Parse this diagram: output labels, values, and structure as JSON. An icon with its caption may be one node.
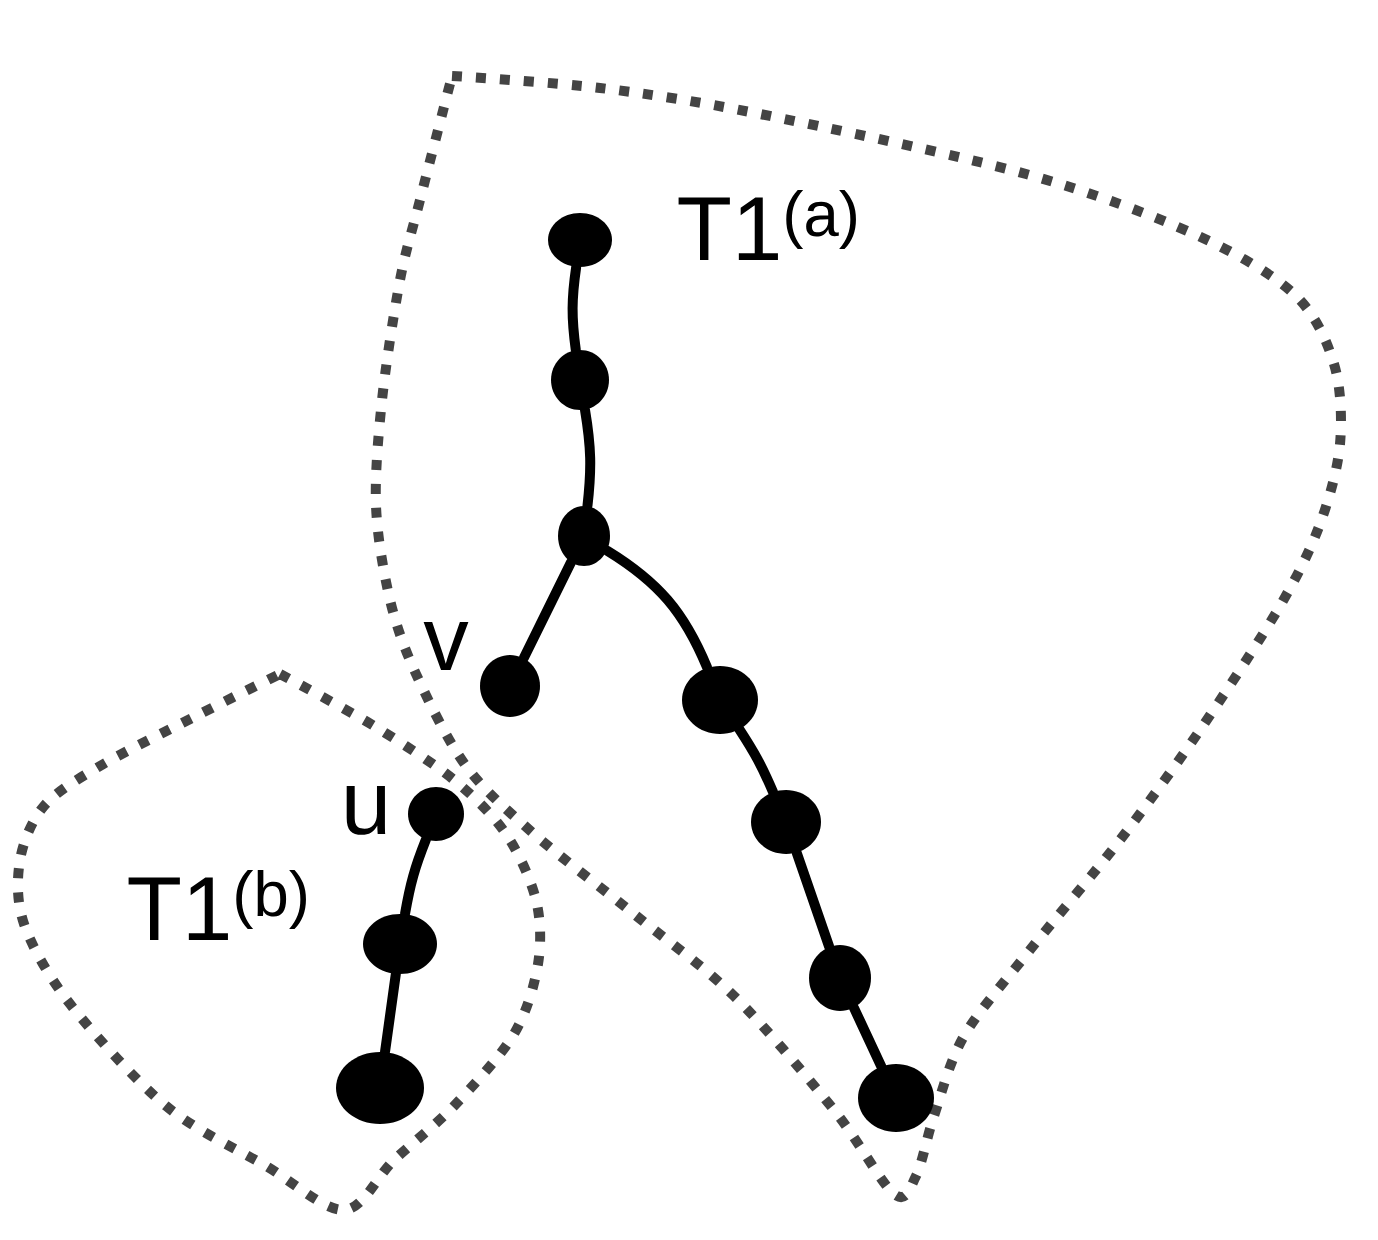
{
  "diagram": {
    "nodes": [
      {
        "text": [
          "T1$^{(a)}$"
        ]
      },
      {
        "text": [
          "T1$^{(b)}$"
        ]
      },
      {
        "text": [],
        "shape": "circle",
        "in": 0
      },
      {
        "text": [],
        "shape": "circle",
        "in": 0
      },
      {
        "text": [],
        "shape": "circle",
        "in": 0
      },
      {
        "text": [],
        "shape": "circle",
        "in": 0,
        "beside": [
          "v"
        ]
      },
      {
        "text": [],
        "shape": "circle",
        "in": 0
      },
      {
        "text": [],
        "shape": "circle",
        "in": 0
      },
      {
        "text": [],
        "shape": "circle",
        "in": 0
      },
      {
        "text": [],
        "shape": "circle",
        "in": 0
      },
      {
        "text": [],
        "shape": "circle",
        "in": 1,
        "beside": [
          "u"
        ]
      },
      {
        "text": [],
        "shape": "circle",
        "in": 1
      },
      {
        "text": [],
        "shape": "circle",
        "in": 1
      }
    ],
    "edges": [
      {
        "from": 2,
        "to": 3,
        "arrow": "none"
      },
      {
        "from": 3,
        "to": 4,
        "arrow": "none"
      },
      {
        "from": 4,
        "to": 5,
        "arrow": "none"
      },
      {
        "from": 4,
        "to": 6,
        "arrow": "none"
      },
      {
        "from": 6,
        "to": 7,
        "arrow": "none"
      },
      {
        "from": 7,
        "to": 8,
        "arrow": "none"
      },
      {
        "from": 8,
        "to": 9,
        "arrow": "none"
      },
      {
        "from": 10,
        "to": 11,
        "arrow": "none"
      },
      {
        "from": 11,
        "to": 12,
        "arrow": "none"
      }
    ]
  }
}
